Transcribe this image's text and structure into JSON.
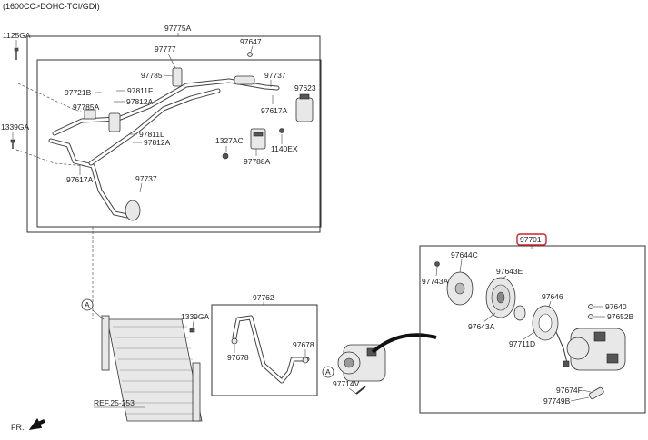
{
  "header": {
    "engine_spec": "(1600CC>DOHC-TCI/GDI)"
  },
  "labels": {
    "p1125GA": "1125GA",
    "p1339GA_top": "1339GA",
    "p97775A": "97775A",
    "p97777": "97777",
    "p97647": "97647",
    "p97785": "97785",
    "p97737_top": "97737",
    "p97721B": "97721B",
    "p97811F": "97811F",
    "p97785A": "97785A",
    "p97812A_top": "97812A",
    "p97811L": "97811L",
    "p97812A_low": "97812A",
    "p97617A_left": "97617A",
    "p97737_low": "97737",
    "p97623": "97623",
    "p97617A_right": "97617A",
    "p1327AC": "1327AC",
    "p1140EX": "1140EX",
    "p97788A": "97788A",
    "p97701": "97701",
    "p97644C": "97644C",
    "p97743A": "97743A",
    "p97643E": "97643E",
    "p97643A": "97643A",
    "p97646": "97646",
    "p97640": "97640",
    "p97652B": "97652B",
    "p97711D": "97711D",
    "p97674F": "97674F",
    "p97749B": "97749B",
    "p97762": "97762",
    "p1339GA_mid": "1339GA",
    "p97678_left": "97678",
    "p97678_right": "97678",
    "p97714V": "97714V",
    "ref": "REF.25-253",
    "circle_a_top": "A",
    "circle_a_mid": "A",
    "front": "FR."
  }
}
